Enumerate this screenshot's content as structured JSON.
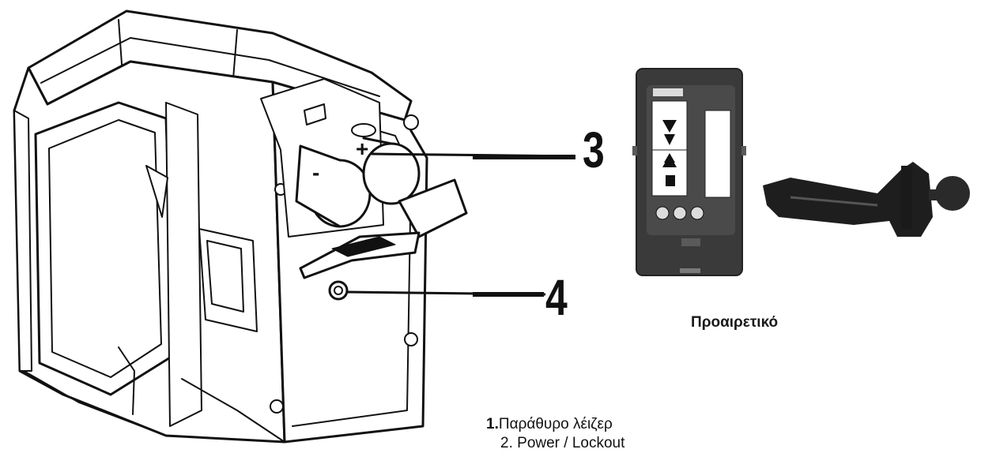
{
  "callouts": {
    "three": "3",
    "four": "4"
  },
  "optional_label": "Προαιρετικό",
  "legend": {
    "items": [
      {
        "num": "1.",
        "text": "Παράθυρο λέιζερ"
      },
      {
        "num": "2.",
        "text": "Power / Lockout"
      }
    ]
  },
  "battery": {
    "plus_sign": "+",
    "minus_sign": "-"
  },
  "colors": {
    "line": "#111111",
    "device_body": "#ffffff",
    "receiver_body": "#3a3a3a",
    "receiver_panel": "#ffffff",
    "clamp_body": "#1e1e1e"
  },
  "icons": {
    "laser_level": "line-laser-level-icon",
    "receiver": "laser-receiver-icon",
    "clamp": "receiver-clamp-icon"
  }
}
